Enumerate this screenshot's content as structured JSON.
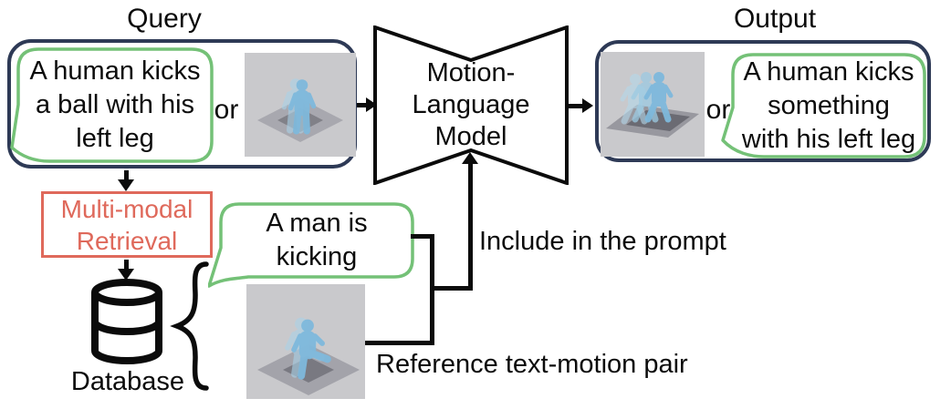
{
  "colors": {
    "navy": "#2E3A56",
    "green": "#74C177",
    "red": "#DF695B",
    "ink": "#0B0B0B",
    "thumb_bg": "#C9C9CC",
    "floor_gray": "#909098",
    "figure_blue": "#7FB9DC"
  },
  "query": {
    "title": "Query",
    "bubble_text": "A human kicks\na ball with his\nleft leg",
    "or_label": "or"
  },
  "model": {
    "label": "Motion-\nLanguage\nModel"
  },
  "output": {
    "title": "Output",
    "or_label": "or",
    "bubble_text": "A human kicks\nsomething\nwith his left leg"
  },
  "retrieval": {
    "label": "Multi-modal\nRetrieval"
  },
  "database": {
    "label": "Database"
  },
  "reference": {
    "bubble_text": "A man is\nkicking",
    "pair_caption": "Reference text-motion pair"
  },
  "prompt_note": {
    "label": "Include in the prompt"
  }
}
